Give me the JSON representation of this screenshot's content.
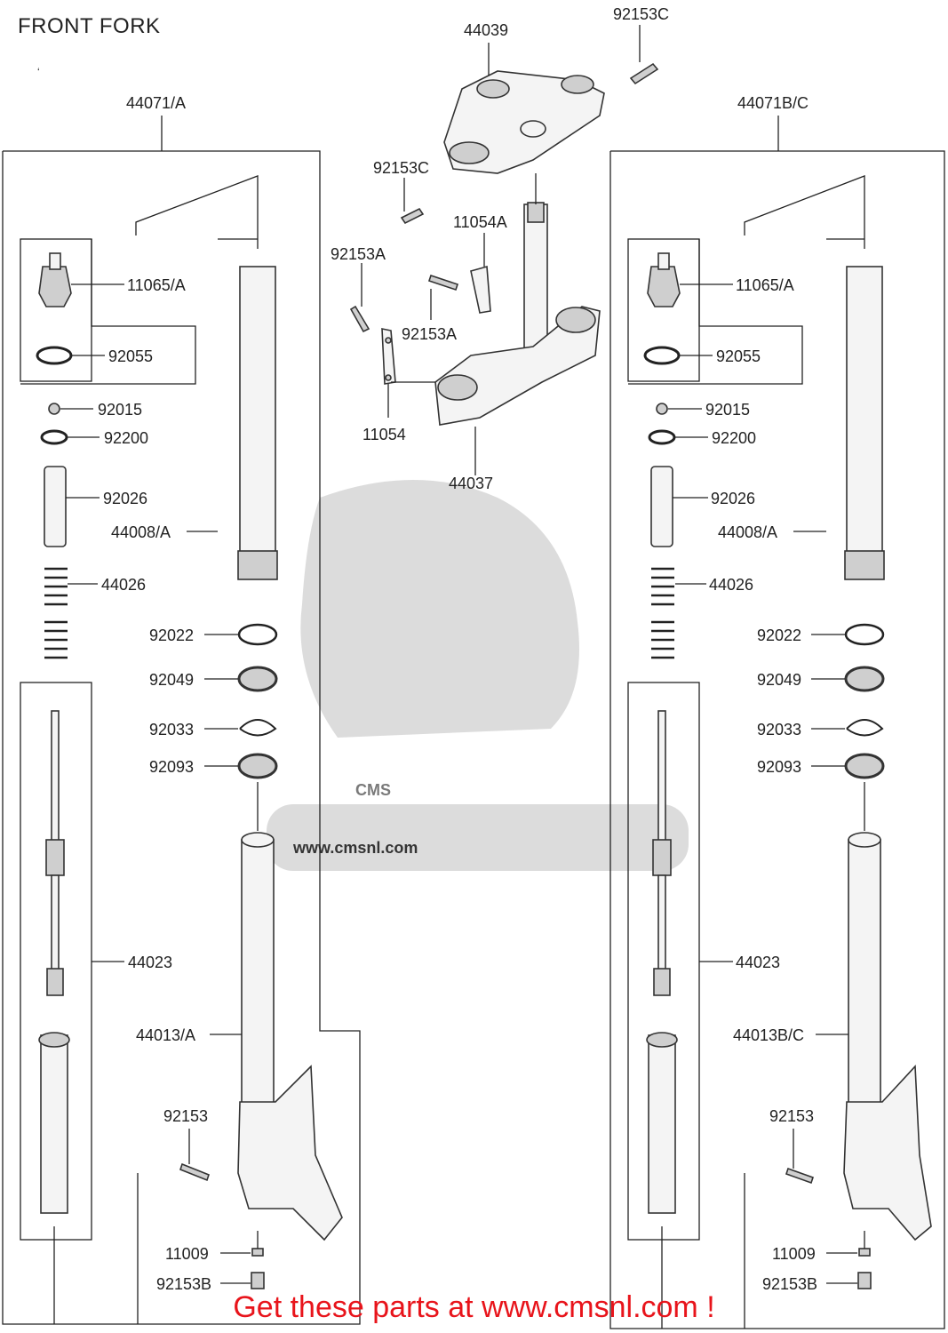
{
  "title": "FRONT FORK",
  "stray_mark": "‘",
  "call_to_action": "Get these parts at www.cmsnl.com !",
  "watermark": {
    "text": "CMS",
    "site": "www.cmsnl.com",
    "color": "#bfbfbf"
  },
  "accent_color": "#e8141b",
  "labels": {
    "p44039": "44039",
    "p92153C_top": "92153C",
    "p92153C_left": "92153C",
    "p11054A": "11054A",
    "p92153A_top": "92153A",
    "p92153A_mid": "92153A",
    "p11054": "11054",
    "p44037": "44037",
    "L_44071": "44071/A",
    "L_11065": "11065/A",
    "L_92055": "92055",
    "L_92015": "92015",
    "L_92200": "92200",
    "L_92026": "92026",
    "L_44008": "44008/A",
    "L_44026": "44026",
    "L_92022": "92022",
    "L_92049": "92049",
    "L_92033": "92033",
    "L_92093": "92093",
    "L_44023": "44023",
    "L_44013": "44013/A",
    "L_92153": "92153",
    "L_11009": "11009",
    "L_92153B": "92153B",
    "R_44071": "44071B/C",
    "R_11065": "11065/A",
    "R_92055": "92055",
    "R_92015": "92015",
    "R_92200": "92200",
    "R_92026": "92026",
    "R_44008": "44008/A",
    "R_44026": "44026",
    "R_92022": "92022",
    "R_92049": "92049",
    "R_92033": "92033",
    "R_92093": "92093",
    "R_44023": "44023",
    "R_44013": "44013B/C",
    "R_92153": "92153",
    "R_11009": "11009",
    "R_92153B": "92153B"
  }
}
